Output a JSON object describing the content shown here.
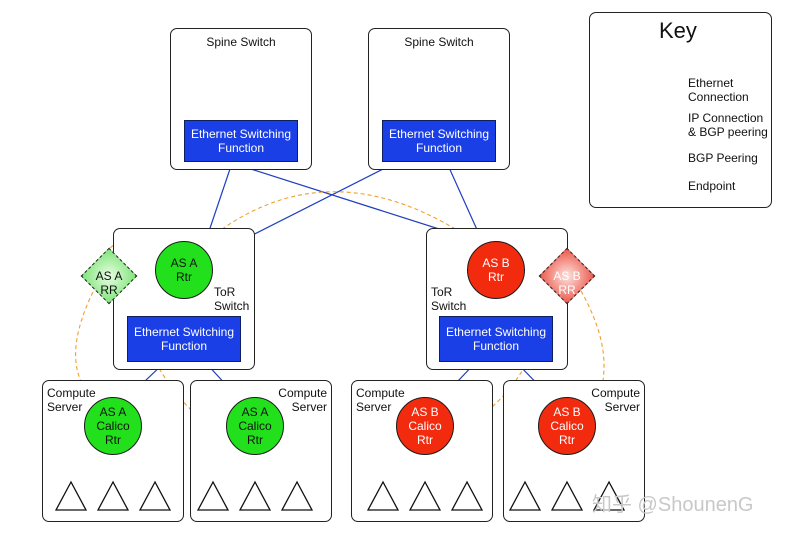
{
  "spines": [
    {
      "label": "Spine Switch",
      "function": "Ethernet Switching\nFunction"
    },
    {
      "label": "Spine Switch",
      "function": "Ethernet Switching\nFunction"
    }
  ],
  "tor_a": {
    "label": "ToR\nSwitch",
    "router": "AS A\nRtr",
    "rr": "AS A\nRR",
    "function": "Ethernet Switching\nFunction"
  },
  "tor_b": {
    "label": "ToR\nSwitch",
    "router": "AS B\nRtr",
    "rr": "AS B\nRR",
    "function": "Ethernet Switching\nFunction"
  },
  "servers": [
    {
      "label": "Compute\nServer",
      "router": "AS A\nCalico\nRtr"
    },
    {
      "label": "Compute\nServer",
      "router": "AS A\nCalico\nRtr"
    },
    {
      "label": "Compute\nServer",
      "router": "AS B\nCalico\nRtr"
    },
    {
      "label": "Compute\nServer",
      "router": "AS B\nCalico\nRtr"
    }
  ],
  "key": {
    "title": "Key",
    "ethernet": "Ethernet\nConnection",
    "ip": "IP Connection\n& BGP peering",
    "bgp": "BGP Peering",
    "endpoint": "Endpoint"
  },
  "colors": {
    "ethernet": "#1f3fbf",
    "ip": "#f0a030",
    "bgp": "#f0a030",
    "as_a": "#22e01c",
    "as_b": "#f22a0e",
    "switch_fn": "#1a3fe6"
  },
  "watermark": "知乎 @ShounenG"
}
